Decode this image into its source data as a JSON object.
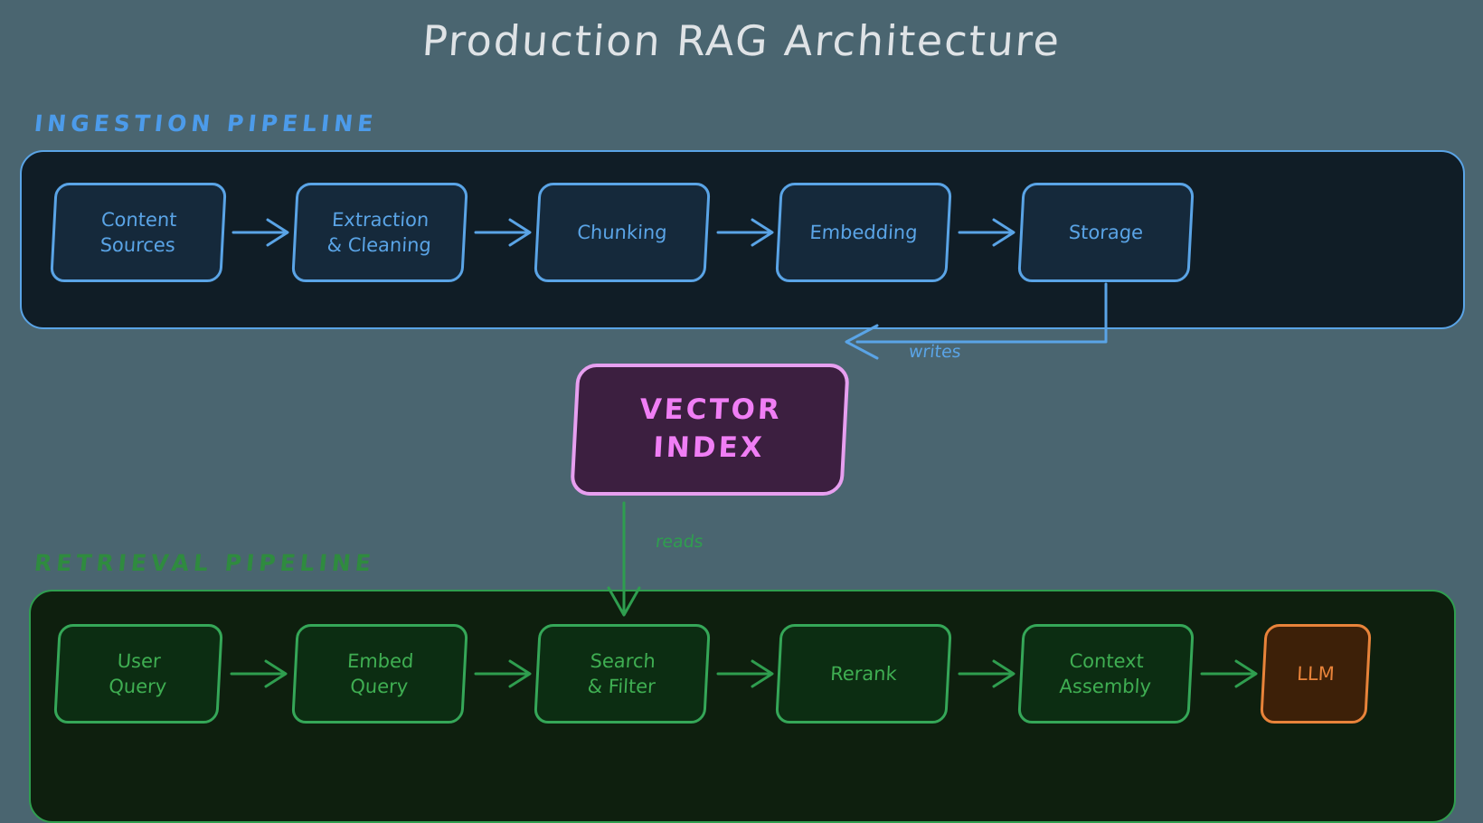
{
  "page": {
    "title": "Production RAG Architecture",
    "background_color": "#4a6570",
    "title_color": "#dfe3e6"
  },
  "ingestion": {
    "label": "INGESTION PIPELINE",
    "accent_color": "#5aa4e6",
    "panel_fill": "#101d26",
    "nodes": [
      {
        "id": "content-sources",
        "label": "Content\nSources"
      },
      {
        "id": "extraction-cleaning",
        "label": "Extraction\n& Cleaning"
      },
      {
        "id": "chunking",
        "label": "Chunking"
      },
      {
        "id": "embedding",
        "label": "Embedding"
      },
      {
        "id": "storage",
        "label": "Storage"
      }
    ]
  },
  "vector_index": {
    "label": "VECTOR\nINDEX",
    "border_color": "#e79ff0",
    "fill_color": "#3c1f40",
    "text_color": "#f07ef5"
  },
  "retrieval": {
    "label": "RETRIEVAL PIPELINE",
    "accent_color": "#2f9e4f",
    "panel_fill": "#0e1f0e",
    "nodes": [
      {
        "id": "user-query",
        "label": "User\nQuery"
      },
      {
        "id": "embed-query",
        "label": "Embed\nQuery"
      },
      {
        "id": "search-filter",
        "label": "Search\n& Filter"
      },
      {
        "id": "rerank",
        "label": "Rerank"
      },
      {
        "id": "context-assembly",
        "label": "Context\nAssembly"
      },
      {
        "id": "llm",
        "label": "LLM"
      }
    ]
  },
  "edges": {
    "writes": {
      "label": "writes",
      "color": "#5aa4e6",
      "from": "storage",
      "to": "vector-index"
    },
    "reads": {
      "label": "reads",
      "color": "#2f9e4f",
      "from": "vector-index",
      "to": "search-filter"
    }
  }
}
